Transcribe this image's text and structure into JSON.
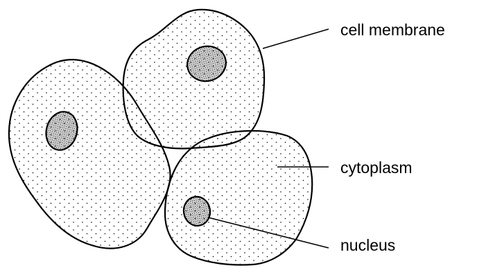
{
  "labels": {
    "cell_membrane": "cell membrane",
    "cytoplasm": "cytoplasm",
    "nucleus": "nucleus"
  },
  "colors": {
    "outline": "#000000",
    "background": "#ffffff",
    "stipple": "#000000"
  }
}
